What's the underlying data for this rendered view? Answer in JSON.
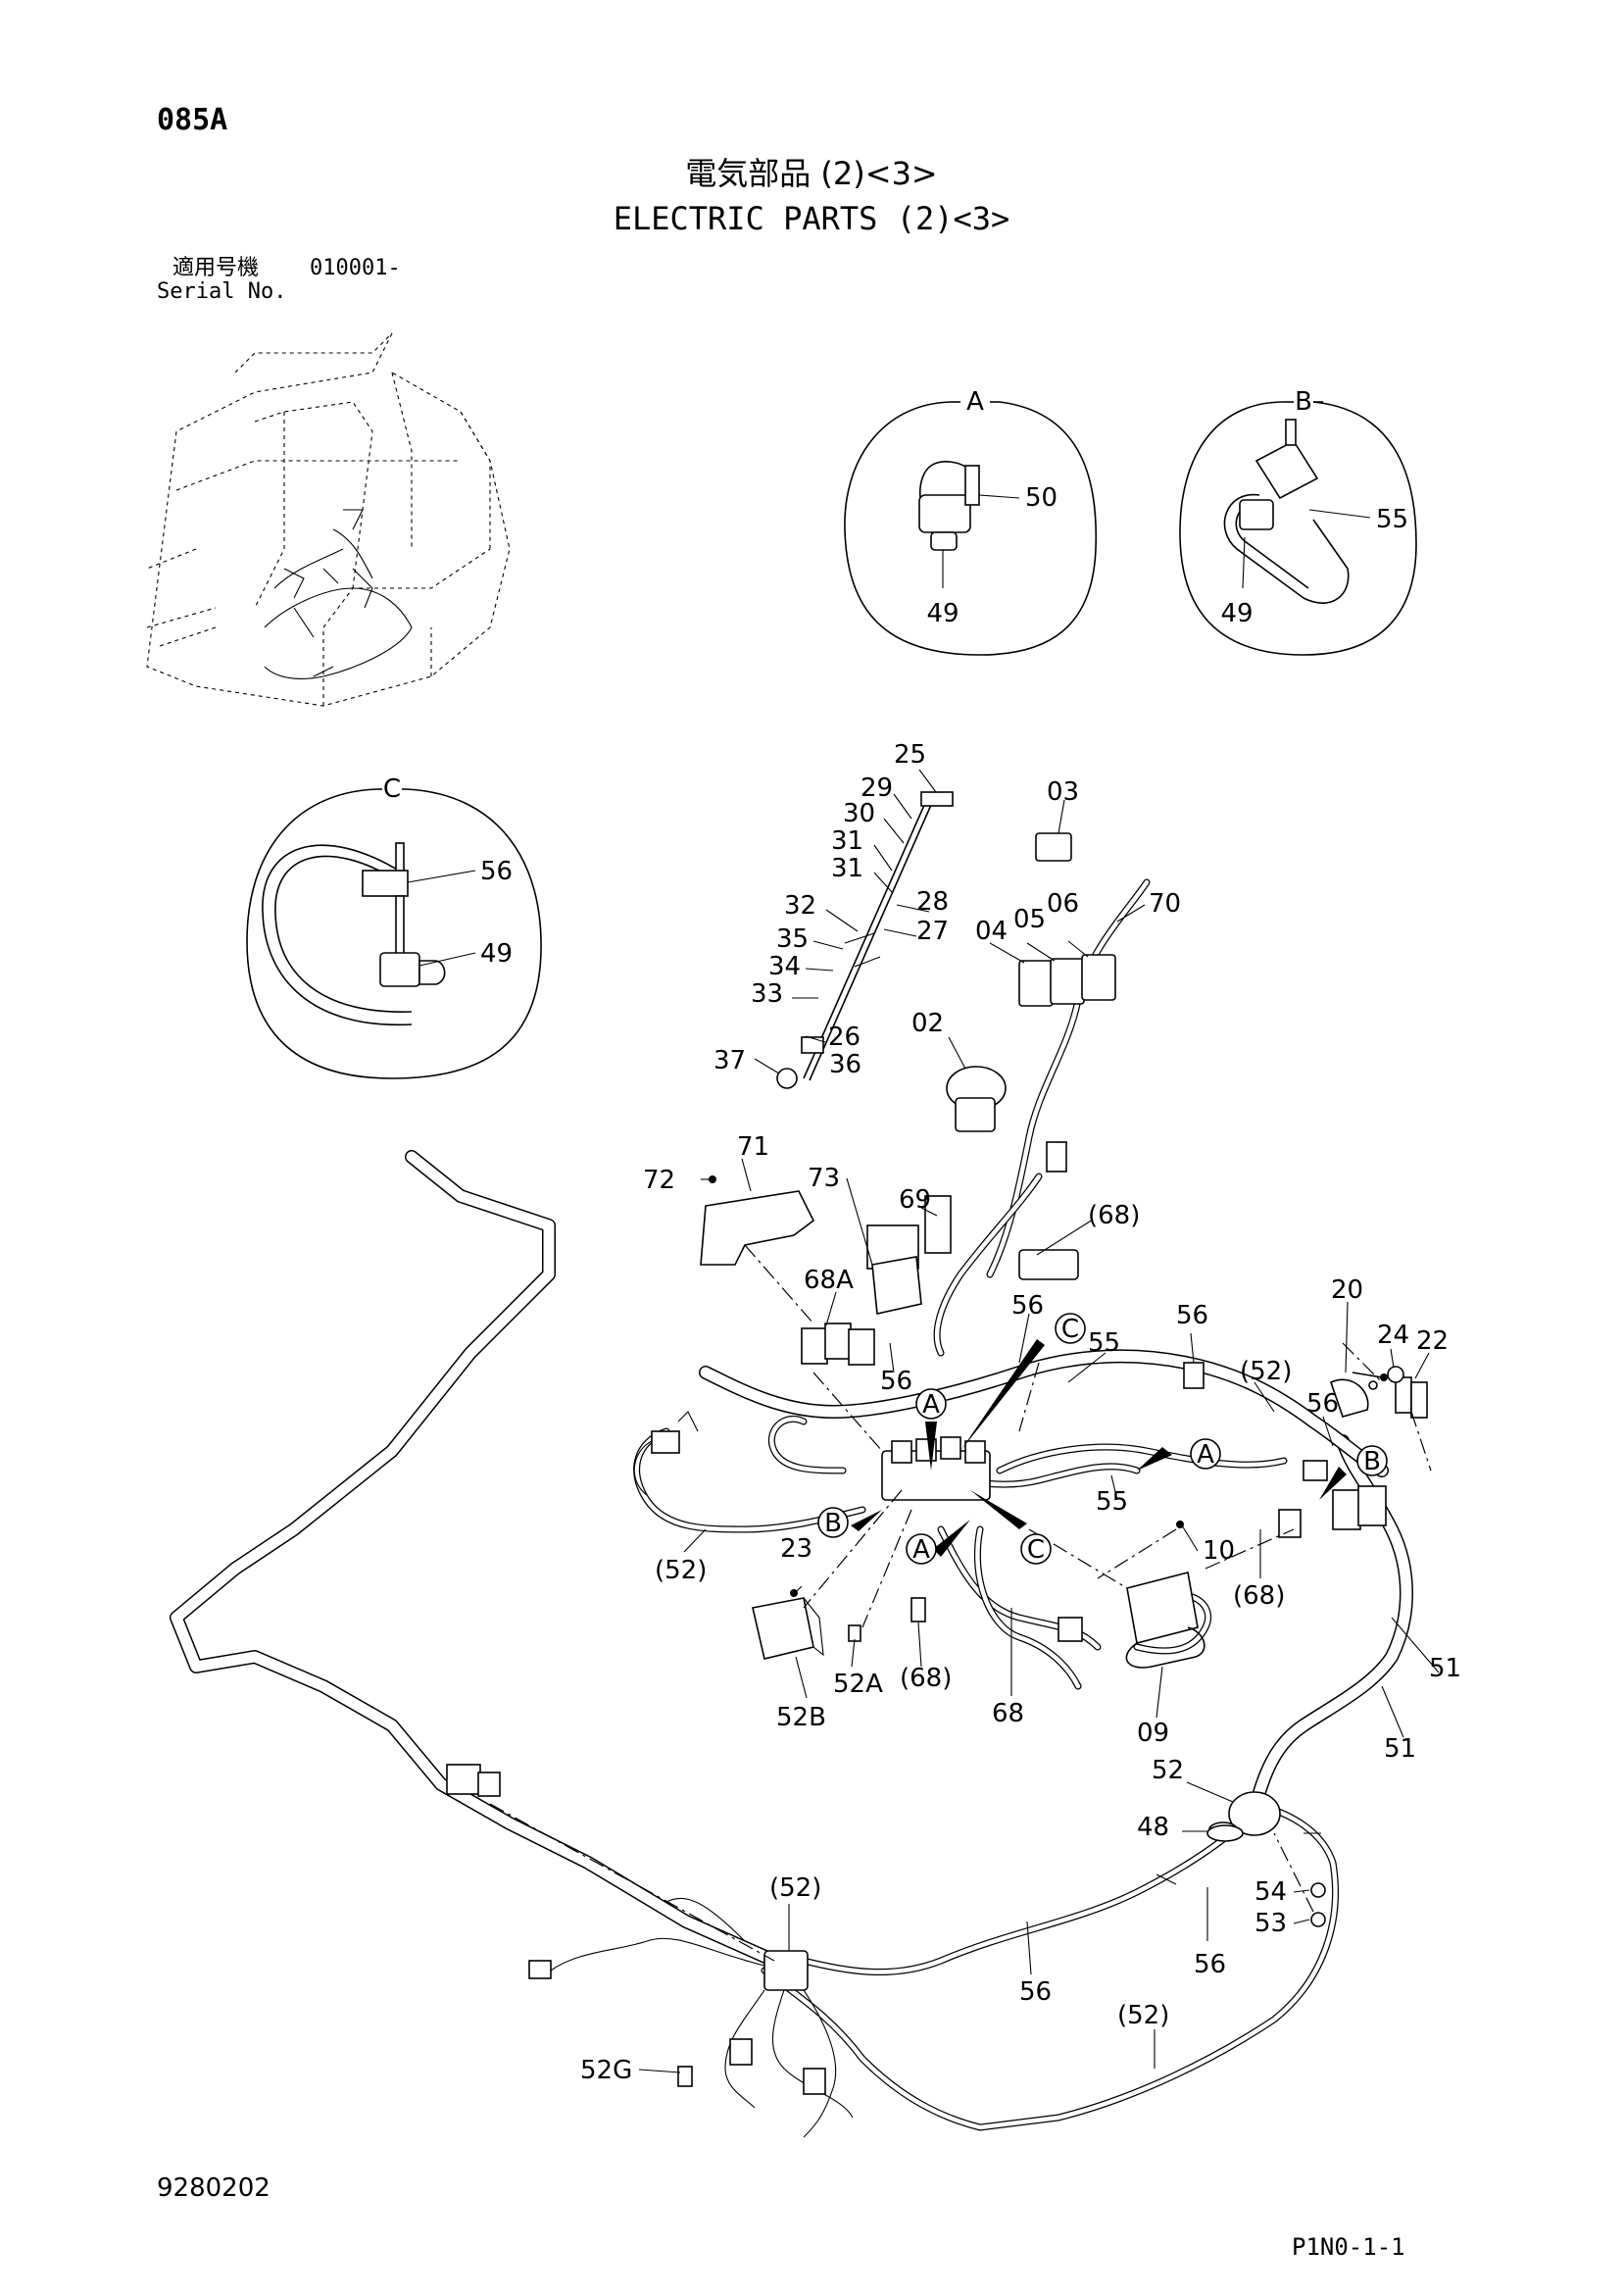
{
  "header": {
    "page_code": "085A",
    "title_jp": "電気部品 (2)<3>",
    "title_en": "ELECTRIC PARTS (2)<3>",
    "serial_label_jp": "適用号機",
    "serial_value": "010001-",
    "serial_label_en": "Serial No."
  },
  "details": {
    "A": {
      "letter": "A",
      "labels": [
        "50",
        "49"
      ]
    },
    "B": {
      "letter": "B",
      "labels": [
        "55",
        "49"
      ]
    },
    "C": {
      "letter": "C",
      "labels": [
        "56",
        "49"
      ]
    }
  },
  "callouts": {
    "p25": "25",
    "p29": "29",
    "p30": "30",
    "p31a": "31",
    "p31b": "31",
    "p28": "28",
    "p32": "32",
    "p27": "27",
    "p35": "35",
    "p34": "34",
    "p33": "33",
    "p26": "26",
    "p37": "37",
    "p36": "36",
    "p03": "03",
    "p70": "70",
    "p04": "04",
    "p05": "05",
    "p06": "06",
    "p02": "02",
    "p71": "71",
    "p72": "72",
    "p73": "73",
    "p69": "69",
    "p68a_top": "(68)",
    "p68A": "68A",
    "p56a": "56",
    "p56b": "56",
    "p55a": "55",
    "p56c": "56",
    "p52a": "(52)",
    "p20": "20",
    "p24": "24",
    "p22": "22",
    "p56d": "56",
    "p55b": "55",
    "p10": "10",
    "p23": "23",
    "p52b": "(52)",
    "p68b": "(68)",
    "p51a": "51",
    "p51b": "51",
    "p52A": "52A",
    "p68c": "(68)",
    "p68": "68",
    "p52B": "52B",
    "p09": "09",
    "p52": "52",
    "p48": "48",
    "p54": "54",
    "p53": "53",
    "p52c": "(52)",
    "p56e": "56",
    "p56f": "56",
    "p52d": "(52)",
    "p52G": "52G"
  },
  "view_markers": {
    "c1": "C",
    "a1": "A",
    "b1": "B",
    "a2": "A",
    "c2": "C",
    "a3": "A",
    "b2": "B"
  },
  "footer": {
    "drawing_number": "9280202",
    "page_ref": "P1N0-1-1"
  }
}
